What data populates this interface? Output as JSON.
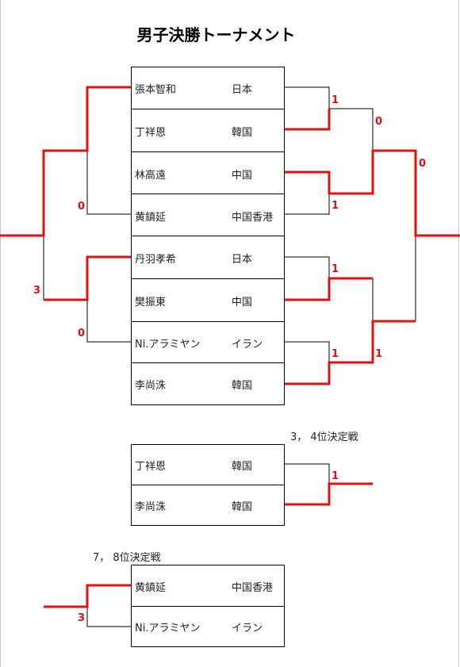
{
  "title": "男子決勝トーナメント",
  "colors": {
    "win": "#e01010",
    "line": "#000000"
  },
  "main": {
    "players": [
      {
        "name": "張本智和",
        "country": "日本"
      },
      {
        "name": "丁祥恩",
        "country": "韓国"
      },
      {
        "name": "林高遠",
        "country": "中国"
      },
      {
        "name": "黄鎮延",
        "country": "中国香港"
      },
      {
        "name": "丹羽孝希",
        "country": "日本"
      },
      {
        "name": "樊振東",
        "country": "中国"
      },
      {
        "name": "Ni.アラミヤン",
        "country": "イラン"
      },
      {
        "name": "李尚洙",
        "country": "韓国"
      }
    ],
    "scores": {
      "l1": "0",
      "l2": "3",
      "l3": "0",
      "r1": "1",
      "r2": "0",
      "r3": "1",
      "r4": "0",
      "r5": "1",
      "r6": "1",
      "r7": "1"
    }
  },
  "third_place": {
    "title": "3， 4位決定戦",
    "players": [
      {
        "name": "丁祥恩",
        "country": "韓国"
      },
      {
        "name": "李尚洙",
        "country": "韓国"
      }
    ],
    "score": "1"
  },
  "seventh_place": {
    "title": "7， 8位決定戦",
    "players": [
      {
        "name": "黄鎮延",
        "country": "中国香港"
      },
      {
        "name": "Ni.アラミヤン",
        "country": "イラン"
      }
    ],
    "score": "3"
  }
}
